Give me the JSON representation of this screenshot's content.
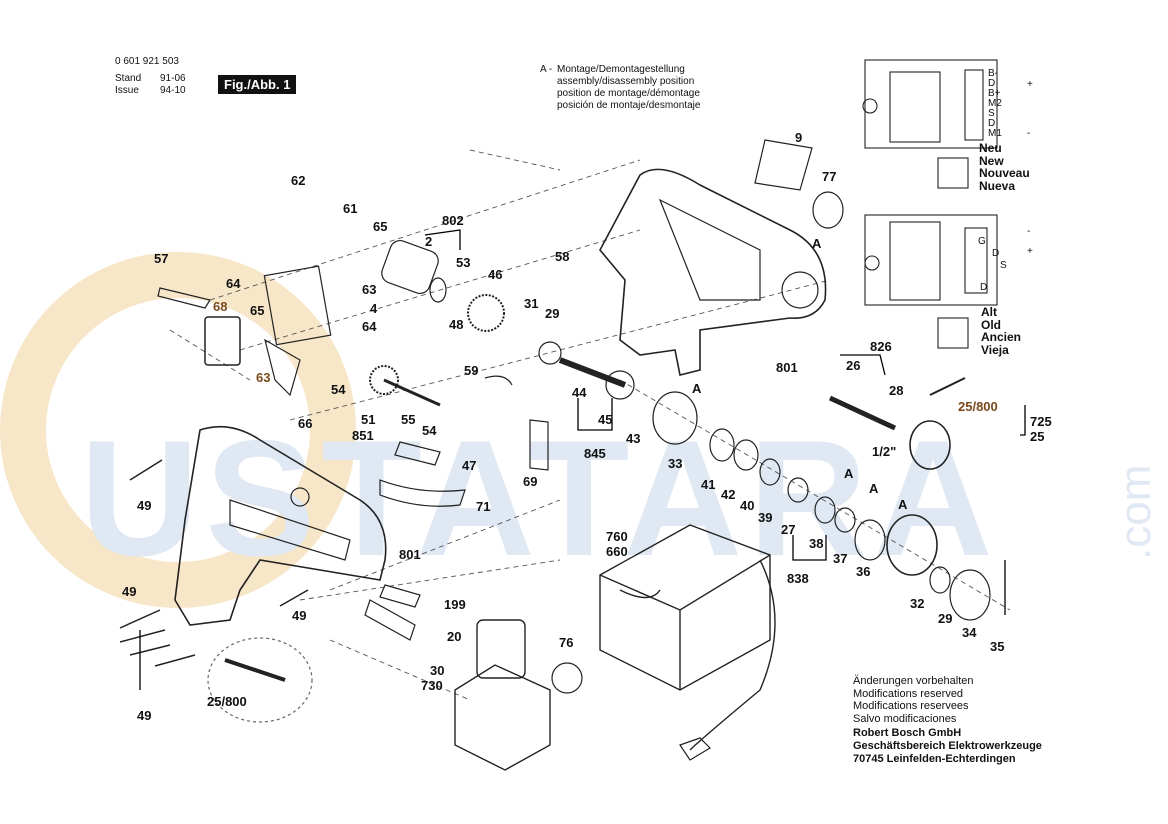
{
  "header": {
    "part_number": "0 601 921 503",
    "stand_label": "Stand",
    "stand_value": "91-06",
    "issue_label": "Issue",
    "issue_value": "94-10",
    "figure_label": "Fig./Abb. 1"
  },
  "legend_a": {
    "letter": "A -",
    "lines": [
      "Montage/Demontagestellung",
      "assembly/disassembly position",
      "position de montage/démontage",
      "posición de montaje/desmontaje"
    ]
  },
  "wiring_new": [
    "Neu",
    "New",
    "Nouveau",
    "Nueva"
  ],
  "wiring_old": [
    "Alt",
    "Old",
    "Ancien",
    "Vieja"
  ],
  "wiring_terminals_new": [
    "B-",
    "D",
    "B+",
    "M2",
    "S",
    "D",
    "M1",
    "+",
    "-"
  ],
  "wiring_terminals_old": [
    "G",
    "D",
    "S",
    "D",
    "+",
    "-"
  ],
  "watermark": {
    "text": "USTATARA",
    "suffix": ".com"
  },
  "labels": [
    "62",
    "61",
    "65",
    "802",
    "2",
    "53",
    "46",
    "57",
    "68",
    "64",
    "65",
    "4",
    "64",
    "63",
    "48",
    "31",
    "29",
    "58",
    "9",
    "77",
    "A",
    "801",
    "54",
    "63",
    "66",
    "59",
    "44",
    "45",
    "51",
    "851",
    "55",
    "54",
    "47",
    "43",
    "845",
    "33",
    "69",
    "826",
    "26",
    "28",
    "25/800",
    "725",
    "25",
    "1/2\"",
    "71",
    "41",
    "42",
    "40",
    "39",
    "27",
    "38",
    "37",
    "36",
    "838",
    "A",
    "A",
    "A",
    "A",
    "49",
    "801",
    "760",
    "660",
    "199",
    "20",
    "32",
    "29",
    "34",
    "35",
    "49",
    "49",
    "76",
    "30",
    "730",
    "25/800",
    "49"
  ],
  "notes": [
    "Änderungen vorbehalten",
    "Modifications reserved",
    "Modifications reservees",
    "Salvo modificaciones"
  ],
  "company": [
    "Robert Bosch GmbH",
    "Geschäftsbereich Elektrowerkzeuge",
    "70745 Leinfelden-Echterdingen"
  ]
}
